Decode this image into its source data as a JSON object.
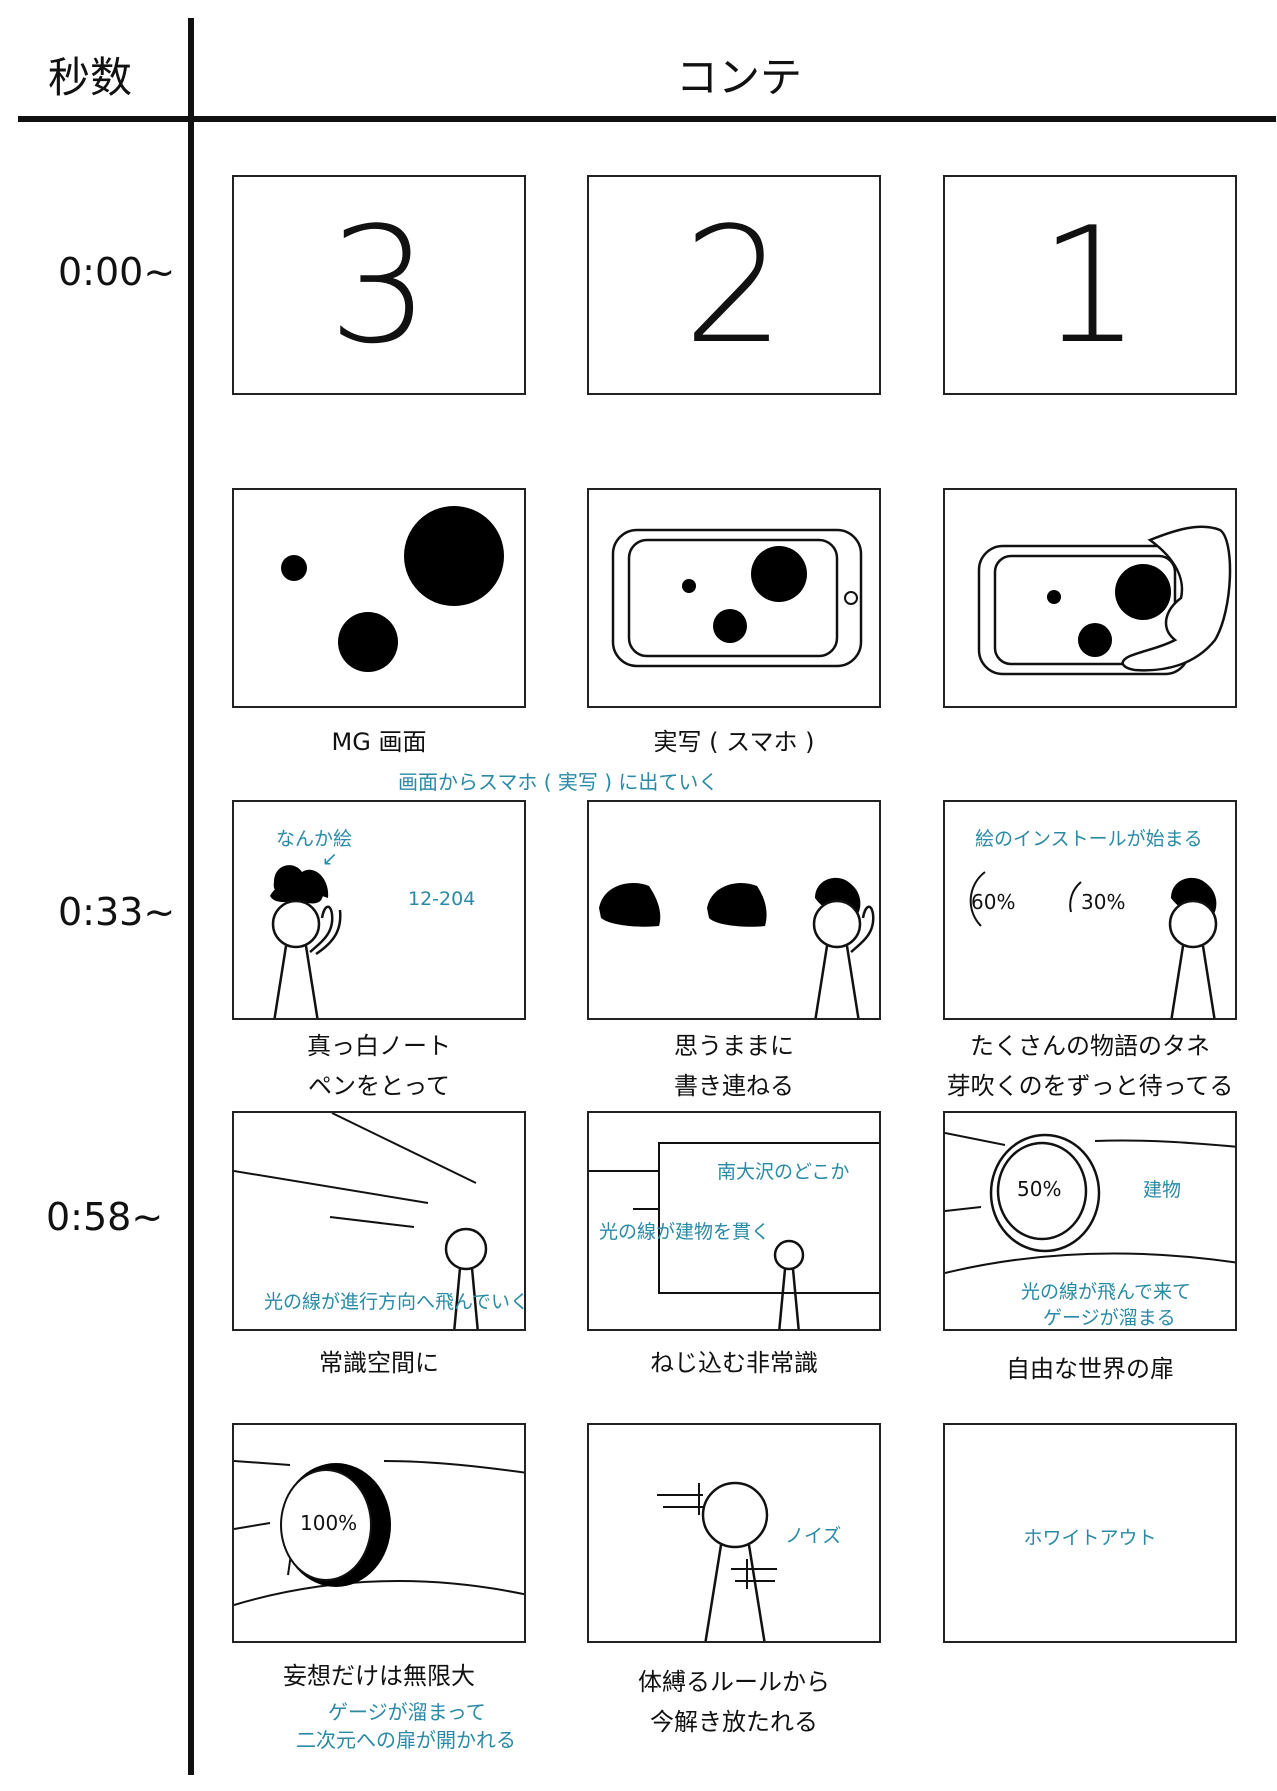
{
  "header": {
    "seconds_label": "秒数",
    "storyboard_label": "コンテ"
  },
  "times": [
    "0:00~",
    "0:33~",
    "0:58~"
  ],
  "row1": {
    "numbers": [
      "3",
      "2",
      "1"
    ]
  },
  "row2": {
    "captions": [
      "MG 画面",
      "実写 ( スマホ )"
    ],
    "note": "画面からスマホ ( 実写 ) に出ていく"
  },
  "row3": {
    "f1": {
      "note_top": "なんか絵",
      "note_code": "12-204"
    },
    "f3": {
      "note_top": "絵のインストールが始まる",
      "pct1": "60%",
      "pct2": "30%"
    },
    "captions": [
      [
        "真っ白ノート",
        "ペンをとって"
      ],
      [
        "思うままに",
        "書き連ねる"
      ],
      [
        "たくさんの物語のタネ",
        "芽吹くのをずっと待ってる"
      ]
    ]
  },
  "row4": {
    "f1": {
      "note": "光の線が進行方向へ飛んでいく"
    },
    "f2": {
      "note1": "南大沢のどこか",
      "note2": "光の線が建物を貫く"
    },
    "f3": {
      "pct": "50%",
      "note1": "建物",
      "note2a": "光の線が飛んで来て",
      "note2b": "ゲージが溜まる"
    },
    "captions": [
      "常識空間に",
      "ねじ込む非常識",
      "自由な世界の扉"
    ]
  },
  "row5": {
    "f1": {
      "pct": "100%"
    },
    "f2": {
      "note": "ノイズ"
    },
    "f3": {
      "note": "ホワイトアウト"
    },
    "caption1": "妄想だけは無限大",
    "caption1_note1": "ゲージが溜まって",
    "caption1_note2": "二次元への扉が開かれる",
    "caption2": [
      "体縛るルールから",
      "今解き放たれる"
    ]
  }
}
